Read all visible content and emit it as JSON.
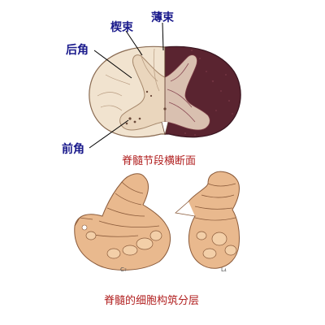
{
  "labels": {
    "xie_shu": "楔束",
    "bo_shu": "薄束",
    "hou_jiao": "后角",
    "qian_jiao": "前角"
  },
  "captions": {
    "top": "脊髓节段横断面",
    "bottom": "脊髓的细胞构筑分层"
  },
  "segments": {
    "left": "C₇",
    "right": "L₄"
  },
  "colors": {
    "label_text": "#1a1a8c",
    "caption_text": "#b22222",
    "white_matter": "#f1e3cf",
    "gray_matter_stained": "#5a2430",
    "lamina_fill": "#e9b98e"
  }
}
